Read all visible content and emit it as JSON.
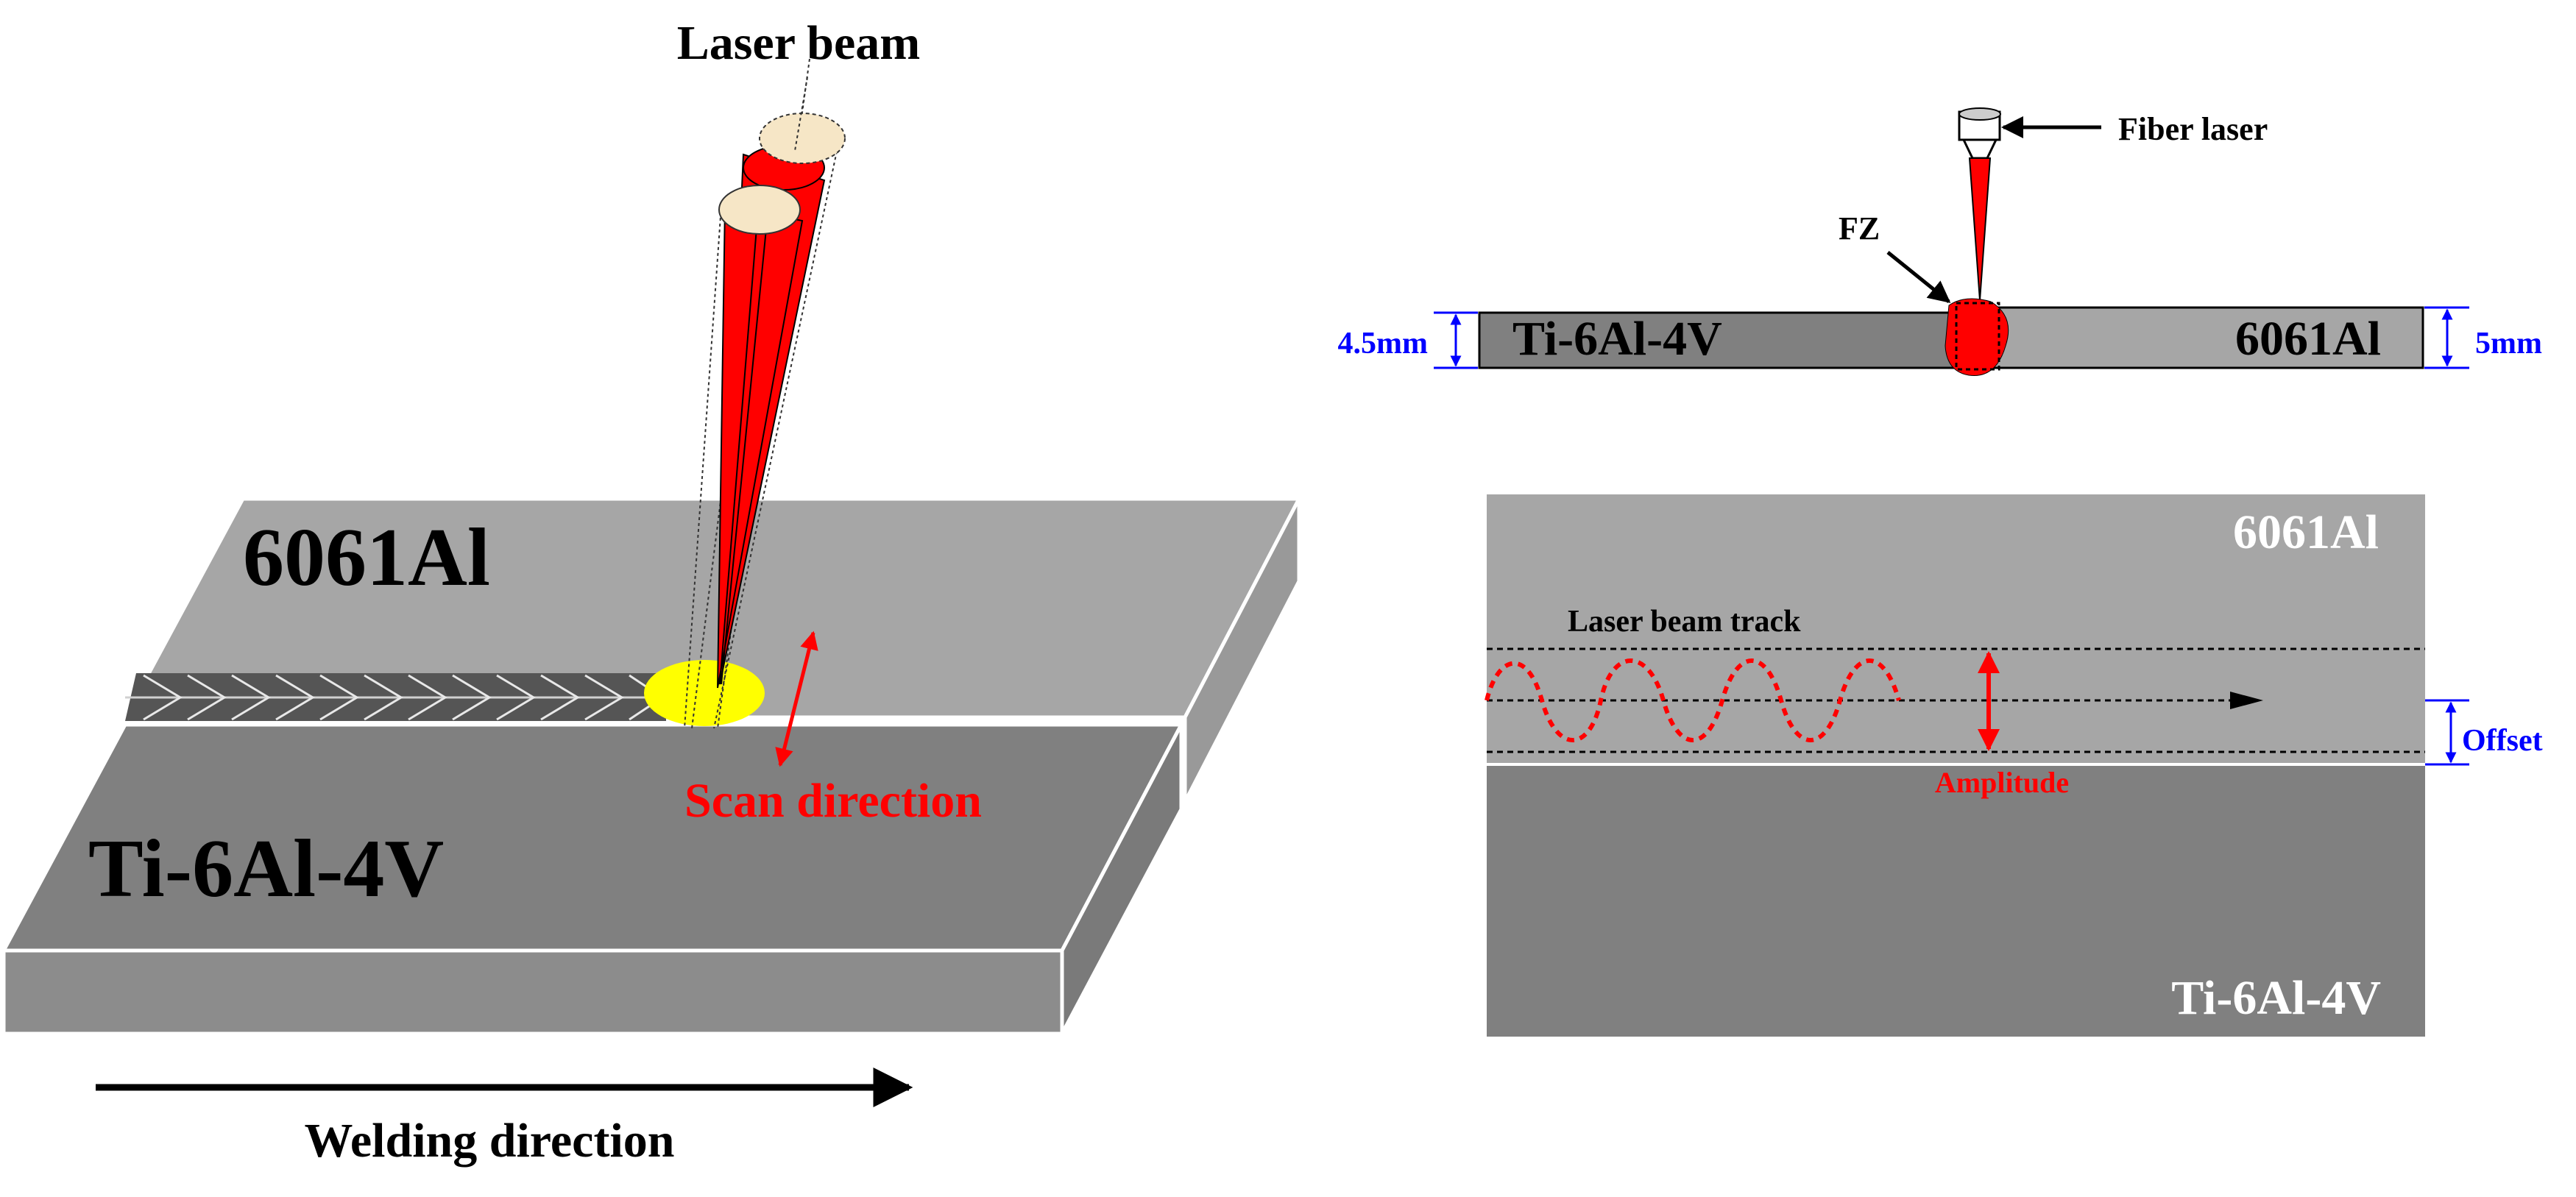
{
  "left_panel": {
    "laser_beam_label": "Laser beam",
    "top_plate_label": "6061Al",
    "bottom_plate_label": "Ti-6Al-4V",
    "scan_direction_label": "Scan direction",
    "welding_direction_label": "Welding direction"
  },
  "right_top": {
    "fiber_laser_label": "Fiber laser",
    "fz_label": "FZ",
    "left_plate_label": "Ti-6Al-4V",
    "right_plate_label": "6061Al",
    "left_thickness": "4.5mm",
    "right_thickness": "5mm"
  },
  "right_bottom": {
    "top_plate_label": "6061Al",
    "bottom_plate_label": "Ti-6Al-4V",
    "track_label": "Laser beam track",
    "amplitude_label": "Amplitude",
    "offset_label": "Offset"
  },
  "colors": {
    "al_plate": "#a6a6a6",
    "ti_plate": "#808080",
    "ti_side": "#8c8c8c",
    "laser_red": "#ff0000",
    "melt_pool_yellow": "#ffff00",
    "dimension_blue": "#0000ff",
    "beam_cap": "#f6e6c6"
  }
}
